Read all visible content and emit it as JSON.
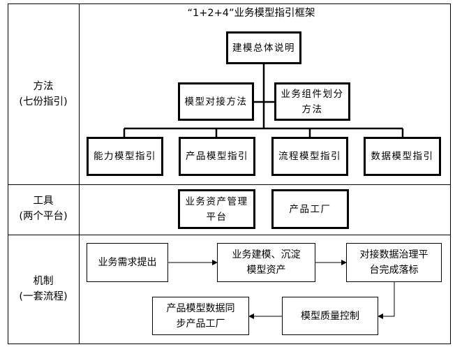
{
  "title": "“1+2+4”业务模型指引框架",
  "rows": {
    "method": {
      "label": "方法",
      "sub": "(七份指引)"
    },
    "tools": {
      "label": "工具",
      "sub": "(两个平台)"
    },
    "mechanism": {
      "label": "机制",
      "sub": "(一套流程)"
    }
  },
  "method": {
    "top": "建模总体说明",
    "mid_left": "模型对接方法",
    "mid_right_line1": "业务组件划分",
    "mid_right_line2": "方法",
    "bottom": [
      "能力模型指引",
      "产品模型指引",
      "流程模型指引",
      "数据模型指引"
    ]
  },
  "tools": {
    "left_line1": "业务资产管理",
    "left_line2": "平台",
    "right": "产品工厂"
  },
  "mechanism": {
    "step1": "业务需求提出",
    "step2_line1": "业务建模、沉淀",
    "step2_line2": "模型资产",
    "step3_line1": "对接数据治理平",
    "step3_line2": "台完成落标",
    "step4": "模型质量控制",
    "step5_line1": "产品模型数据同",
    "step5_line2": "步产品工厂"
  }
}
